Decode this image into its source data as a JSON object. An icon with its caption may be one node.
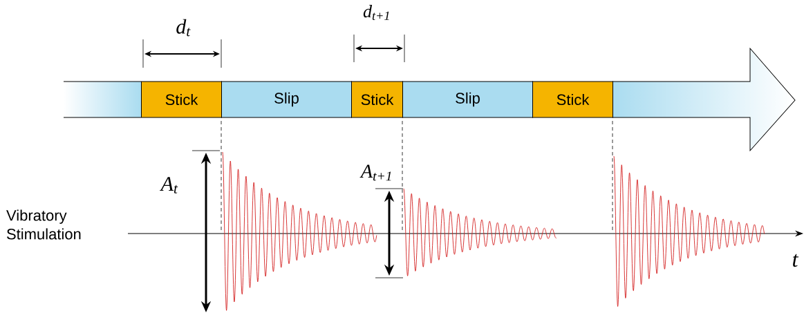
{
  "diagram": {
    "nodes": [
      {
        "text": [],
        "shape": "arrow"
      },
      {
        "text": [
          "Stick"
        ],
        "in": 0
      },
      {
        "text": [
          "Slip"
        ],
        "in": 0
      },
      {
        "text": [
          "Stick"
        ],
        "in": 0
      },
      {
        "text": [
          "Slip"
        ],
        "in": 0
      },
      {
        "text": [
          "Stick"
        ],
        "in": 0
      }
    ],
    "labels": [
      "d$_{t}$",
      "d$_{t+1}$",
      "A$_{t}$",
      "A$_{t+1}$",
      "Vibratory Stimulation",
      "t"
    ]
  }
}
